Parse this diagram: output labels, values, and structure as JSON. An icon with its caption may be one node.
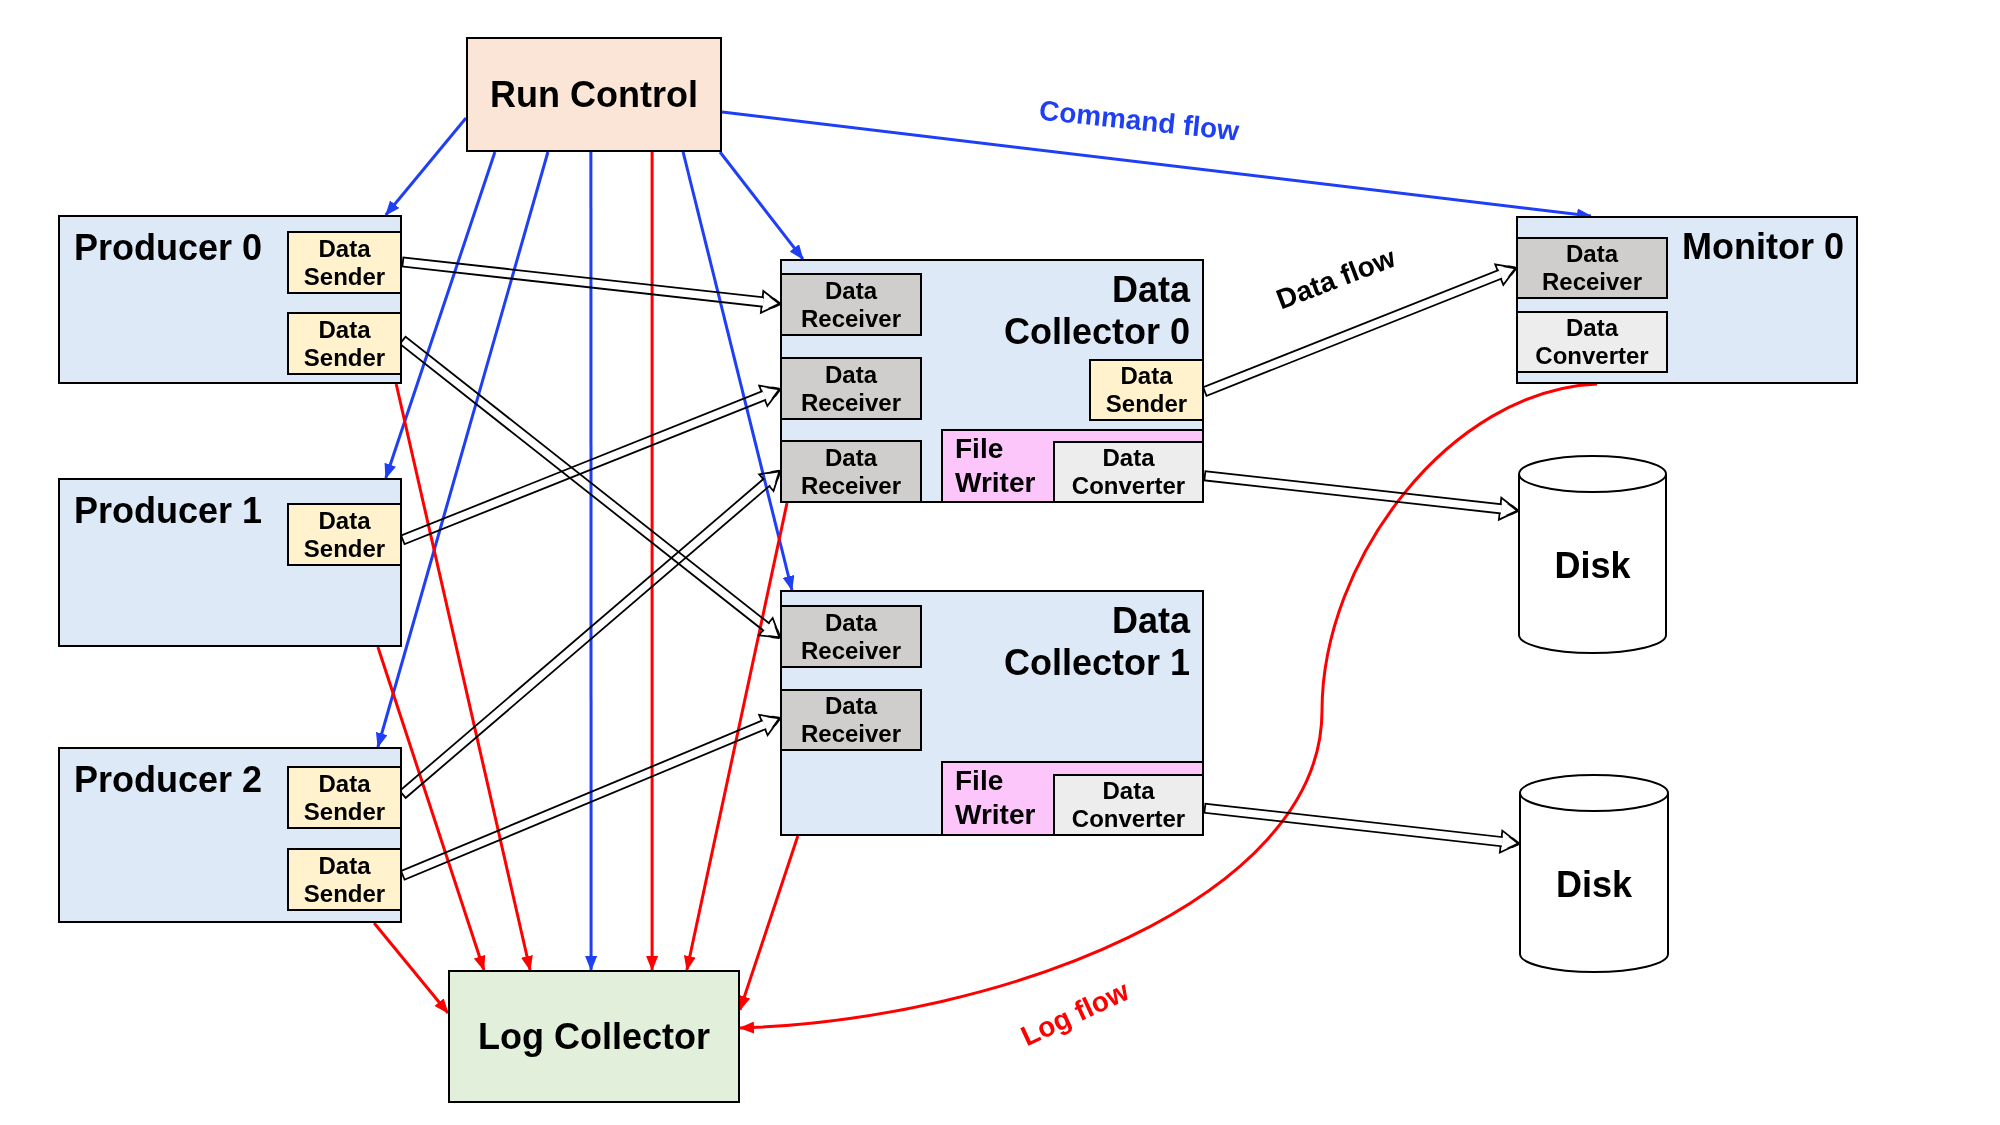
{
  "diagram": {
    "nodes": [
      {
        "text": [
          "Run Control"
        ]
      },
      {
        "text": [
          "Producer 0"
        ]
      },
      {
        "text": [
          "Data Sender"
        ],
        "in": 1
      },
      {
        "text": [
          "Data Sender"
        ],
        "in": 1
      },
      {
        "text": [
          "Producer 1"
        ]
      },
      {
        "text": [
          "Data Sender"
        ],
        "in": 4
      },
      {
        "text": [
          "Producer 2"
        ]
      },
      {
        "text": [
          "Data Sender"
        ],
        "in": 6
      },
      {
        "text": [
          "Data Sender"
        ],
        "in": 6
      },
      {
        "text": [
          "Data Collector 0"
        ]
      },
      {
        "text": [
          "Data Receiver"
        ],
        "in": 9
      },
      {
        "text": [
          "Data Receiver"
        ],
        "in": 9
      },
      {
        "text": [
          "Data Receiver"
        ],
        "in": 9
      },
      {
        "text": [
          "Data Sender"
        ],
        "in": 9
      },
      {
        "text": [
          "File Writer"
        ],
        "in": 9
      },
      {
        "text": [
          "Data Converter"
        ],
        "in": 14
      },
      {
        "text": [
          "Data Collector 1"
        ]
      },
      {
        "text": [
          "Data Receiver"
        ],
        "in": 16
      },
      {
        "text": [
          "Data Receiver"
        ],
        "in": 16
      },
      {
        "text": [
          "File Writer"
        ],
        "in": 16
      },
      {
        "text": [
          "Data Converter"
        ],
        "in": 19
      },
      {
        "text": [
          "Monitor 0"
        ]
      },
      {
        "text": [
          "Data Receiver"
        ],
        "in": 21
      },
      {
        "text": [
          "Data Converter"
        ],
        "in": 21
      },
      {
        "text": [
          "Disk"
        ]
      },
      {
        "text": [
          "Disk"
        ]
      },
      {
        "text": [
          "Log Collector"
        ]
      }
    ],
    "edges": [
      {
        "from": 0,
        "to": 1,
        "arrow": "to",
        "color": "#1f3ff5"
      },
      {
        "from": 0,
        "to": 4,
        "arrow": "to",
        "color": "#1f3ff5"
      },
      {
        "from": 0,
        "to": 6,
        "arrow": "to",
        "color": "#1f3ff5"
      },
      {
        "from": 0,
        "to": 26,
        "arrow": "to",
        "color": "#1f3ff5"
      },
      {
        "from": 0,
        "to": 9,
        "arrow": "to",
        "color": "#1f3ff5"
      },
      {
        "from": 0,
        "to": 16,
        "arrow": "to",
        "color": "#1f3ff5"
      },
      {
        "from": 0,
        "to": 21,
        "arrow": "to",
        "label": "Command flow",
        "color": "#1f3ff5"
      },
      {
        "from": 0,
        "to": 26,
        "arrow": "to",
        "color": "#ff0000"
      },
      {
        "from": 1,
        "to": 26,
        "arrow": "to",
        "color": "#ff0000"
      },
      {
        "from": 4,
        "to": 26,
        "arrow": "to",
        "color": "#ff0000"
      },
      {
        "from": 6,
        "to": 26,
        "arrow": "to",
        "color": "#ff0000"
      },
      {
        "from": 9,
        "to": 26,
        "arrow": "to",
        "color": "#ff0000"
      },
      {
        "from": 16,
        "to": 26,
        "arrow": "to",
        "color": "#ff0000"
      },
      {
        "from": 21,
        "to": 26,
        "arrow": "to",
        "label": "Log flow",
        "color": "#ff0000"
      },
      {
        "from": 2,
        "to": 10,
        "arrow": "to",
        "style": "thick"
      },
      {
        "from": 3,
        "to": 17,
        "arrow": "to",
        "style": "thick"
      },
      {
        "from": 5,
        "to": 11,
        "arrow": "to",
        "style": "thick"
      },
      {
        "from": 7,
        "to": 12,
        "arrow": "to",
        "style": "thick"
      },
      {
        "from": 8,
        "to": 18,
        "arrow": "to",
        "style": "thick"
      },
      {
        "from": 13,
        "to": 22,
        "arrow": "to",
        "label": "Data flow",
        "style": "thick"
      },
      {
        "from": 15,
        "to": 24,
        "arrow": "to",
        "style": "thick"
      },
      {
        "from": 20,
        "to": 25,
        "arrow": "to",
        "style": "thick"
      }
    ]
  }
}
